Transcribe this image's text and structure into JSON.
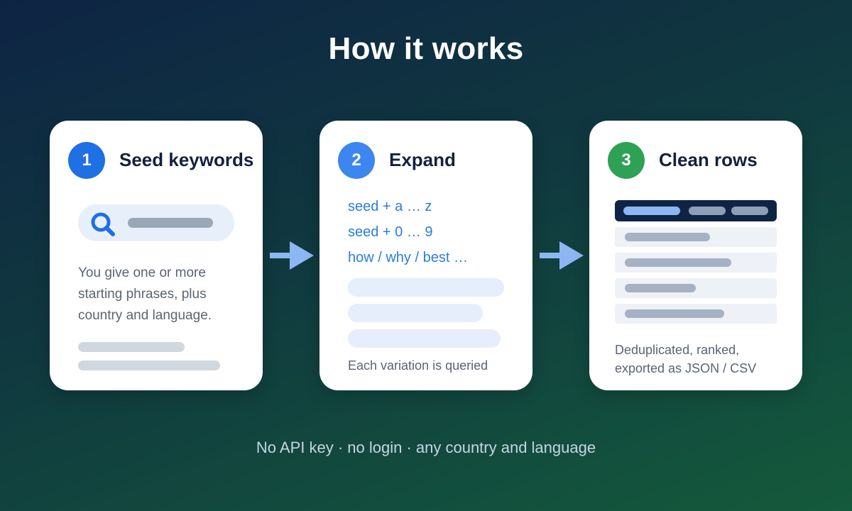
{
  "title": "How it works",
  "steps": [
    {
      "number": "1",
      "title": "Seed keywords",
      "description_lines": [
        "You give one or more",
        "starting phrases, plus",
        "country and language."
      ],
      "badge_color": "#1f6fe5",
      "icon": "search-icon"
    },
    {
      "number": "2",
      "title": "Expand",
      "variations": [
        "seed + a … z",
        "seed + 0 … 9",
        "how / why / best …"
      ],
      "caption": "Each variation is queried",
      "badge_color": "#3d86ef"
    },
    {
      "number": "3",
      "title": "Clean rows",
      "description_lines": [
        "Deduplicated, ranked,",
        "exported as JSON / CSV"
      ],
      "badge_color": "#2fa155"
    }
  ],
  "footer": "No API key · no login · any country and language",
  "colors": {
    "accent_blue": "#2a7de1",
    "arrow": "#8db6f3",
    "placeholder_bar": "#cfd6df",
    "table_header": "#0f2444"
  },
  "icons": [
    "search-icon",
    "arrow-right-icon"
  ]
}
